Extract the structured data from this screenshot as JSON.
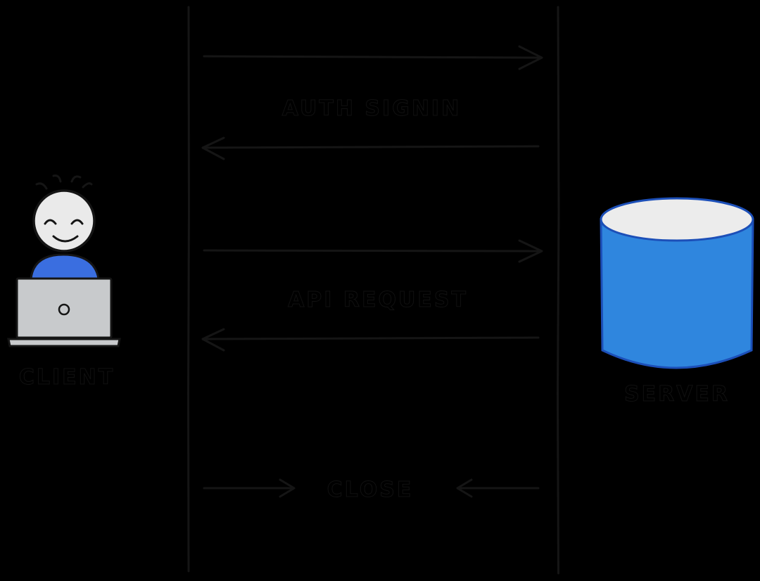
{
  "diagram": {
    "client": {
      "label": "CLIENT"
    },
    "server": {
      "label": "SERVER"
    },
    "messages": [
      {
        "label": "AUTH SIGNIN",
        "direction": "both"
      },
      {
        "label": "API REQUEST",
        "direction": "both"
      },
      {
        "label": "CLOSE",
        "direction": "both"
      }
    ]
  },
  "colors": {
    "background": "#000000",
    "line": "#141414",
    "accent_blue": "#2f86de",
    "person_blue": "#3a6ee0",
    "skin": "#eaeaea",
    "laptop_gray": "#c8cacc",
    "db_top": "#ececec"
  },
  "icons": [
    "person-icon",
    "laptop-icon",
    "database-icon"
  ]
}
